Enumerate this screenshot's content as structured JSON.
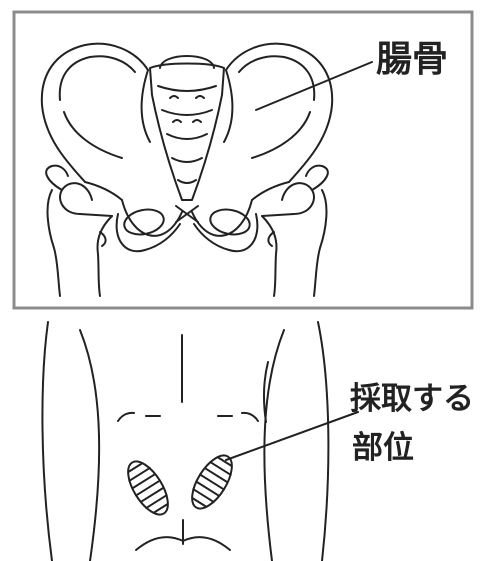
{
  "labels": {
    "ilium": "腸骨",
    "harvest_site_line1": "採取する",
    "harvest_site_line2": "部位"
  },
  "colors": {
    "line": "#222222",
    "frame": "#8c8c8c",
    "background": "#ffffff"
  }
}
